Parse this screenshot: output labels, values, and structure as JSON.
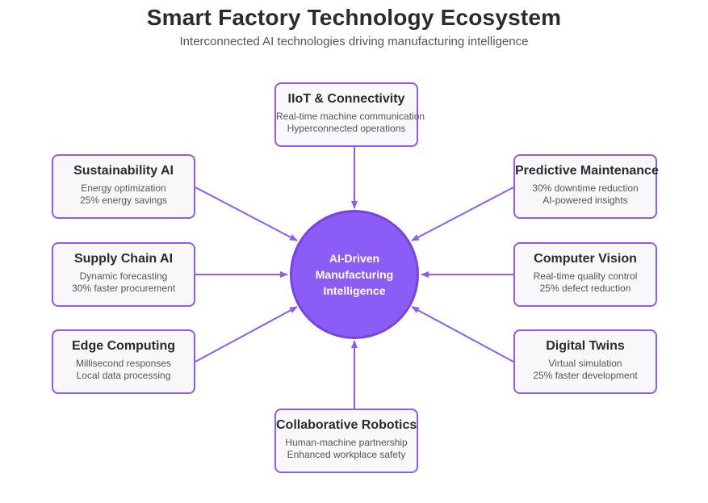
{
  "header": {
    "title": "Smart Factory Technology Ecosystem",
    "subtitle": "Interconnected AI technologies driving manufacturing intelligence"
  },
  "hub": {
    "lines": [
      "AI-Driven",
      "Manufacturing",
      "Intelligence"
    ]
  },
  "nodes": [
    {
      "id": "iiot",
      "title": "IIoT & Connectivity",
      "lines": [
        "Real-time machine communication",
        "Hyperconnected operations"
      ]
    },
    {
      "id": "predictive",
      "title": "Predictive Maintenance",
      "lines": [
        "30% downtime reduction",
        "AI-powered insights"
      ]
    },
    {
      "id": "vision",
      "title": "Computer Vision",
      "lines": [
        "Real-time quality control",
        "25% defect reduction"
      ]
    },
    {
      "id": "twins",
      "title": "Digital Twins",
      "lines": [
        "Virtual simulation",
        "25% faster development"
      ]
    },
    {
      "id": "robotics",
      "title": "Collaborative Robotics",
      "lines": [
        "Human-machine partnership",
        "Enhanced workplace safety"
      ]
    },
    {
      "id": "edge",
      "title": "Edge Computing",
      "lines": [
        "Millisecond responses",
        "Local data processing"
      ]
    },
    {
      "id": "supply",
      "title": "Supply Chain AI",
      "lines": [
        "Dynamic forecasting",
        "30% faster procurement"
      ]
    },
    {
      "id": "sustainability",
      "title": "Sustainability AI",
      "lines": [
        "Energy optimization",
        "25% energy savings"
      ]
    }
  ],
  "colors": {
    "accent": "#8b5cf6",
    "node_fill": "#f8f8fb",
    "hub_border": "#7744e0"
  }
}
